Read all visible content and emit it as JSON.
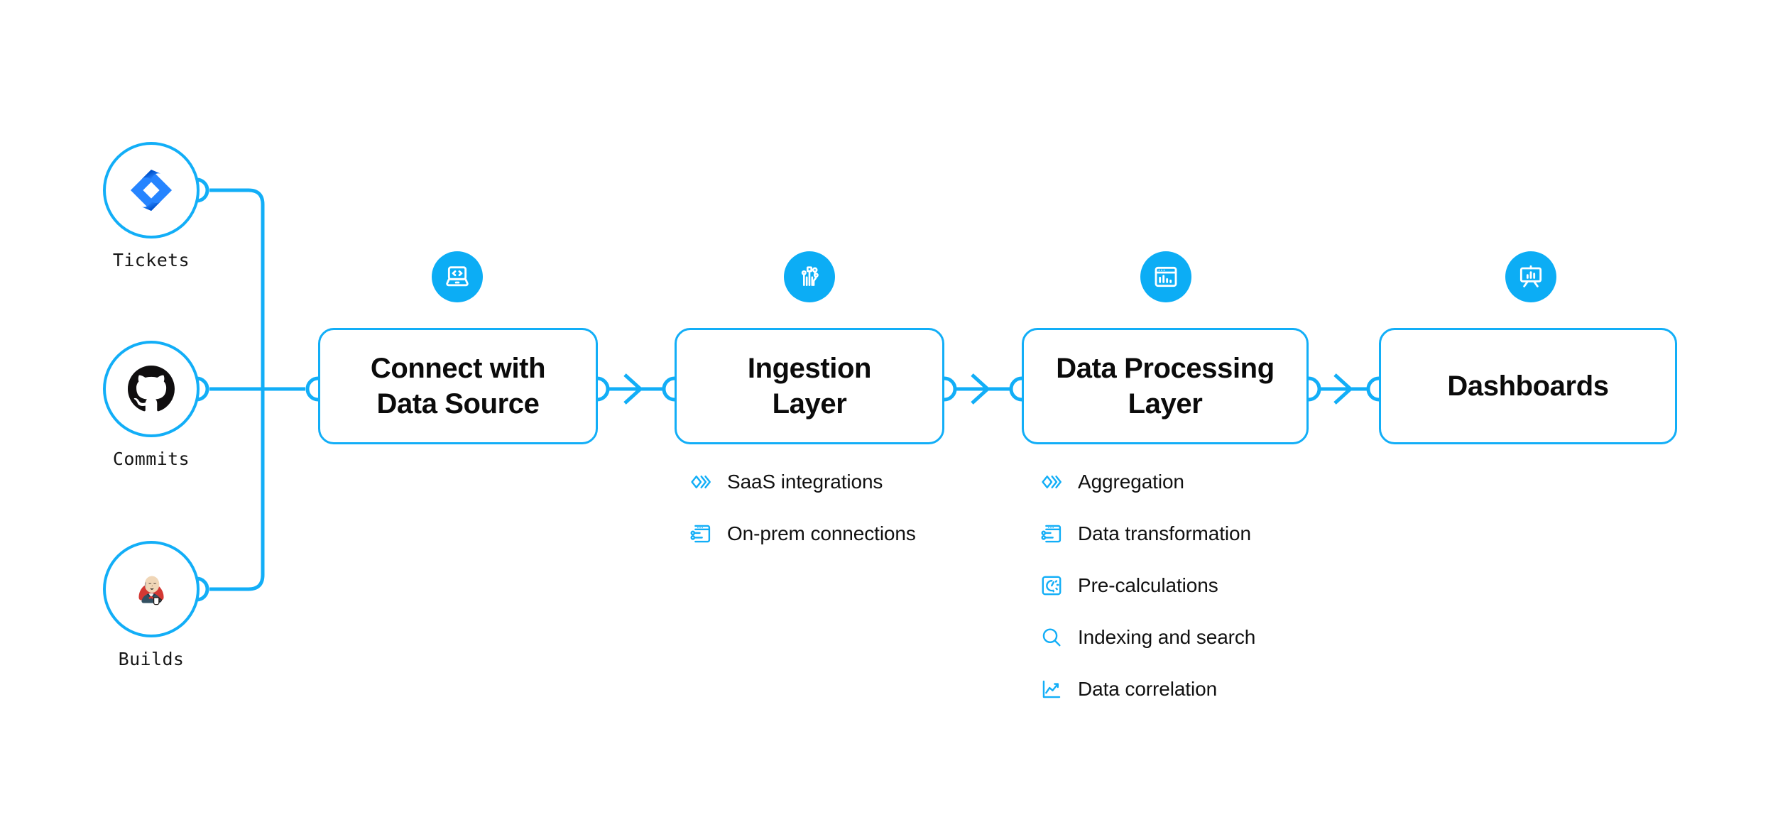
{
  "theme": {
    "accent": "#12AEF7",
    "badge_fill": "#0CADF5",
    "text": "#111111",
    "background": "#FFFFFF",
    "jira_blue": "#2684FF",
    "github_black": "#100E0F",
    "jenkins_red": "#D33833"
  },
  "sources": [
    {
      "id": "tickets",
      "label": "Tickets",
      "icon": "jira-icon"
    },
    {
      "id": "commits",
      "label": "Commits",
      "icon": "github-icon"
    },
    {
      "id": "builds",
      "label": "Builds",
      "icon": "jenkins-icon"
    }
  ],
  "stages": [
    {
      "id": "connect-with-data-source",
      "title": "Connect with\nData Source",
      "badge_icon": "laptop-code-icon",
      "features": []
    },
    {
      "id": "ingestion-layer",
      "title": "Ingestion\nLayer",
      "badge_icon": "circuit-network-icon",
      "features": [
        {
          "label": "SaaS integrations",
          "icon": "chevrons-icon"
        },
        {
          "label": "On-prem connections",
          "icon": "browser-settings-icon"
        }
      ]
    },
    {
      "id": "data-processing-layer",
      "title": "Data Processing\nLayer",
      "badge_icon": "browser-chart-icon",
      "features": [
        {
          "label": "Aggregation",
          "icon": "chevrons-icon"
        },
        {
          "label": "Data transformation",
          "icon": "browser-settings-icon"
        },
        {
          "label": "Pre-calculations",
          "icon": "gauge-box-icon"
        },
        {
          "label": "Indexing and search",
          "icon": "search-icon"
        },
        {
          "label": "Data correlation",
          "icon": "line-chart-icon"
        }
      ]
    },
    {
      "id": "dashboards",
      "title": "Dashboards",
      "badge_icon": "presentation-chart-icon",
      "features": []
    }
  ],
  "connectors": {
    "bus_note": "three sources merge onto a vertical bus feeding Connect with Data Source",
    "arrow_count": 3
  }
}
